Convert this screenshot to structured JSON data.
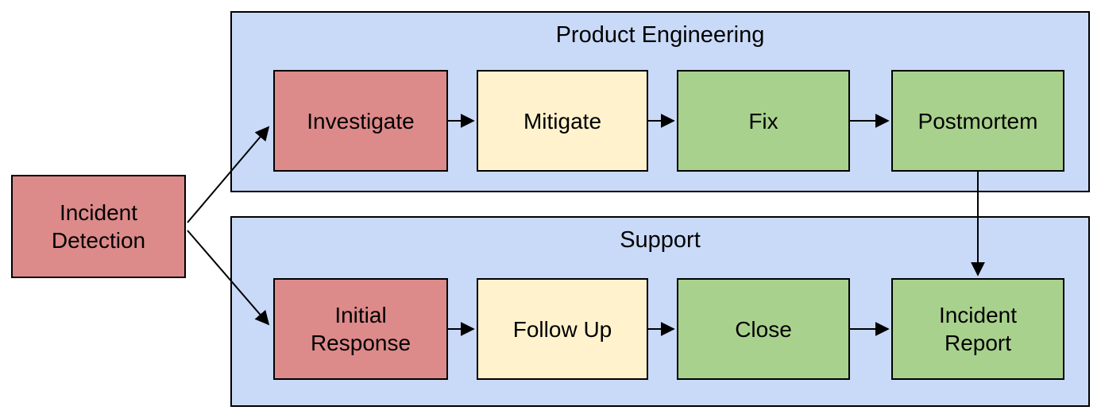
{
  "diagram": {
    "background": "#ffffff",
    "colors": {
      "lane_fill": "#c9daf8",
      "box_red": "#dd8a8a",
      "box_yellow": "#fff2cc",
      "box_green": "#a9d18e",
      "border": "#000000",
      "arrow": "#000000"
    },
    "start_node": {
      "label": "Incident Detection"
    },
    "lanes": [
      {
        "label": "Product Engineering",
        "steps": [
          {
            "label": "Investigate"
          },
          {
            "label": "Mitigate"
          },
          {
            "label": "Fix"
          },
          {
            "label": "Postmortem"
          }
        ]
      },
      {
        "label": "Support",
        "steps": [
          {
            "label": "Initial Response"
          },
          {
            "label": "Follow Up"
          },
          {
            "label": "Close"
          },
          {
            "label": "Incident Report"
          }
        ]
      }
    ],
    "edges": [
      {
        "from": "Incident Detection",
        "to": "Investigate"
      },
      {
        "from": "Incident Detection",
        "to": "Initial Response"
      },
      {
        "from": "Investigate",
        "to": "Mitigate"
      },
      {
        "from": "Mitigate",
        "to": "Fix"
      },
      {
        "from": "Fix",
        "to": "Postmortem"
      },
      {
        "from": "Postmortem",
        "to": "Incident Report"
      },
      {
        "from": "Initial Response",
        "to": "Follow Up"
      },
      {
        "from": "Follow Up",
        "to": "Close"
      },
      {
        "from": "Close",
        "to": "Incident Report"
      }
    ]
  }
}
